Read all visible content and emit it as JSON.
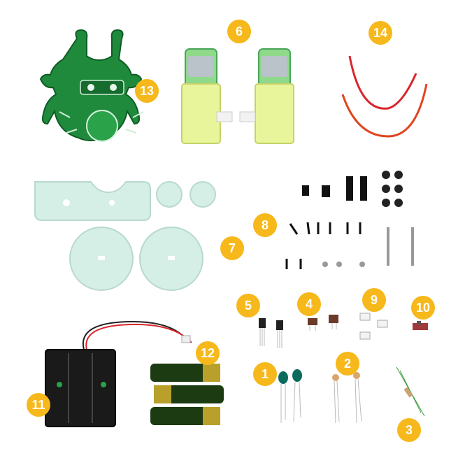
{
  "badges": [
    "1",
    "2",
    "3",
    "4",
    "5",
    "6",
    "7",
    "8",
    "9",
    "10",
    "11",
    "12",
    "13",
    "14"
  ],
  "colors": {
    "badge": "#f6b81a",
    "pcb": "#1f8a3c",
    "motor_yellow": "#e9f59a",
    "motor_green": "#7fd27a",
    "acrylic": "#cfe9e0",
    "wire_red": "#d8262c",
    "battery": "#1d3b12",
    "holder": "#1a1a1a"
  }
}
